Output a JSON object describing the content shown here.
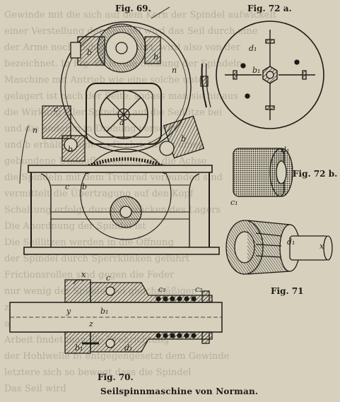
{
  "figures": {
    "fig69": "Fig. 69.",
    "fig72a": "Fig. 72 a.",
    "fig72b": "Fig. 72 b.",
    "fig71": "Fig. 71",
    "fig70": "Fig. 70."
  },
  "caption": "Seilspinnmaschine von Norman.",
  "labels69": [
    "b",
    "n",
    "b",
    "a",
    "c",
    "n",
    "b",
    "b",
    "c",
    "b"
  ],
  "labels72a": [
    "d₁",
    "b₁"
  ],
  "labels72b": [
    "d₁",
    "c₁"
  ],
  "labels71": [
    "d₁",
    "x"
  ],
  "labels70": [
    "x",
    "c",
    "c₃",
    "c₂",
    "y",
    "b₁",
    "z",
    "b₁",
    "d₁"
  ],
  "bleed_text": [
    "Gewinde mit die sich auf dem Kern der Spindel aufwickelt",
    "einer Verstellung der Spindel wird das Seil durch eine",
    "der Arme noch nicht ausgeführt, wird also von der",
    "bezeichnet. In Fig. 69 ist die Stellung der Spindeln",
    "Maschine mit Antrieb wie eine solche unten",
    "gelagert ist nach der Seite, sodass man sie hinaus",
    "die Wirkung aller Spindeln auf die Seillitze bei",
    "und die anderen in Drehung versetzt",
    "und b erhält in eine zu Drehrichtung einen",
    "gebundene Umlaufbewegung um die Achse",
    "die Spindeln mit dem Treibrad verbunden sind",
    "vermittelt die Übertragung auf den Kopf",
    "Schaltung erfolgt durch Einrücken des Lagers",
    "Die Anordnung der Spindel ist",
    "Die Seillitzen werden in die Öffnung",
    "der Spindel durch Sperrklinken geführt",
    "Frictionsrollen sind gegen die Feder",
    "nur wenig der Spindel bei gleichmäßiger",
    "zeigen die Stellung verschiedener Seile",
    "aus Stahldraht",
    "Arbeit findet man die Drehrichtung",
    "der Hohlwelle b₁ entgegengesetzt dem Gewinde",
    "letztere sich so bewegt dass die Spindel",
    "Das Seil wird"
  ]
}
